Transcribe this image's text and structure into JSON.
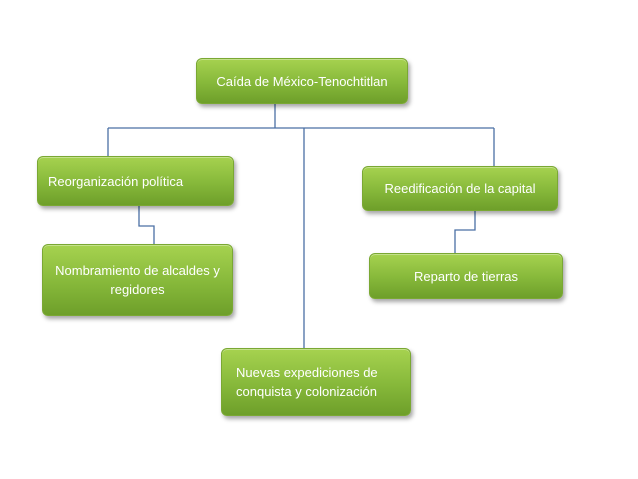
{
  "diagram": {
    "root": "Caída de México-Tenochtitlan",
    "reorganizacion": "Reorganización política",
    "reedificacion": "Reedificación de la capital",
    "nombramiento": "Nombramiento de alcaldes y regidores",
    "reparto": "Reparto de tierras",
    "nuevas": "Nuevas expediciones de conquista y colonización"
  },
  "colors": {
    "node_fill": "#8bbd3c",
    "connector": "#4a6fa5"
  }
}
